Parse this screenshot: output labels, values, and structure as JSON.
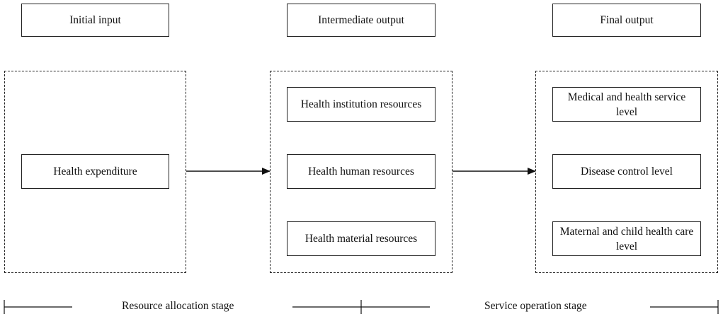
{
  "headers": {
    "initial": "Initial input",
    "intermediate": "Intermediate output",
    "final": "Final output"
  },
  "initial_group": {
    "items": [
      "Health expenditure"
    ]
  },
  "intermediate_group": {
    "items": [
      "Health institution resources",
      "Health human resources",
      "Health material resources"
    ]
  },
  "final_group": {
    "items": [
      "Medical and health service level",
      "Disease control level",
      "Maternal and child health care level"
    ]
  },
  "stages": {
    "allocation": "Resource allocation stage",
    "operation": "Service operation stage"
  }
}
